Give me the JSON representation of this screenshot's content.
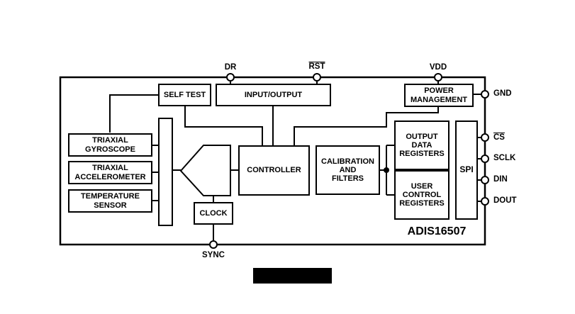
{
  "diagram": {
    "chip_name": "ADIS16507",
    "blocks": {
      "self_test": "SELF TEST",
      "input_output": "INPUT/OUTPUT",
      "power_management": "POWER\nMANAGEMENT",
      "triaxial_gyroscope": "TRIAXIAL\nGYROSCOPE",
      "triaxial_accelerometer": "TRIAXIAL\nACCELEROMETER",
      "temperature_sensor": "TEMPERATURE\nSENSOR",
      "controller": "CONTROLLER",
      "calibration_and_filters": "CALIBRATION\nAND\nFILTERS",
      "clock": "CLOCK",
      "output_data_registers": "OUTPUT\nDATA\nREGISTERS",
      "user_control_registers": "USER\nCONTROL\nREGISTERS",
      "spi": "SPI"
    },
    "pins": {
      "dr": "DR",
      "rst": "RST",
      "vdd": "VDD",
      "gnd": "GND",
      "cs": "CS",
      "sclk": "SCLK",
      "din": "DIN",
      "dout": "DOUT",
      "sync": "SYNC"
    },
    "colors": {
      "line": "#000000",
      "background": "#ffffff",
      "redaction": "#000000"
    }
  }
}
